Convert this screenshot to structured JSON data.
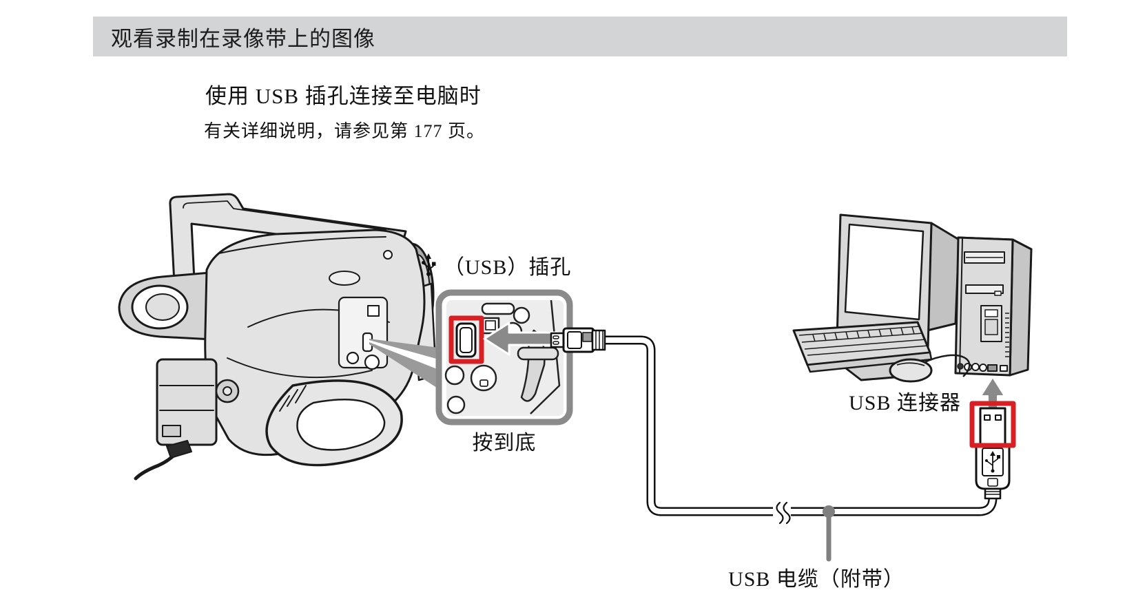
{
  "header": {
    "title": "观看录制在录像带上的图像"
  },
  "intro": {
    "subtitle": "使用 USB 插孔连接至电脑时",
    "note": "有关详细说明，请参见第 177 页。"
  },
  "diagram": {
    "labels": {
      "usb_jack": "（USB）插孔",
      "push": "按到底",
      "usb_connector": "USB 连接器",
      "usb_cable": "USB 电缆（附带）"
    },
    "icons": {
      "usb_jack_icon": "usb-trident"
    },
    "colors": {
      "highlight_red": "#d71f24",
      "callout_gray": "#8a8a8a",
      "header_bar_gray": "#d3d4d6"
    }
  }
}
